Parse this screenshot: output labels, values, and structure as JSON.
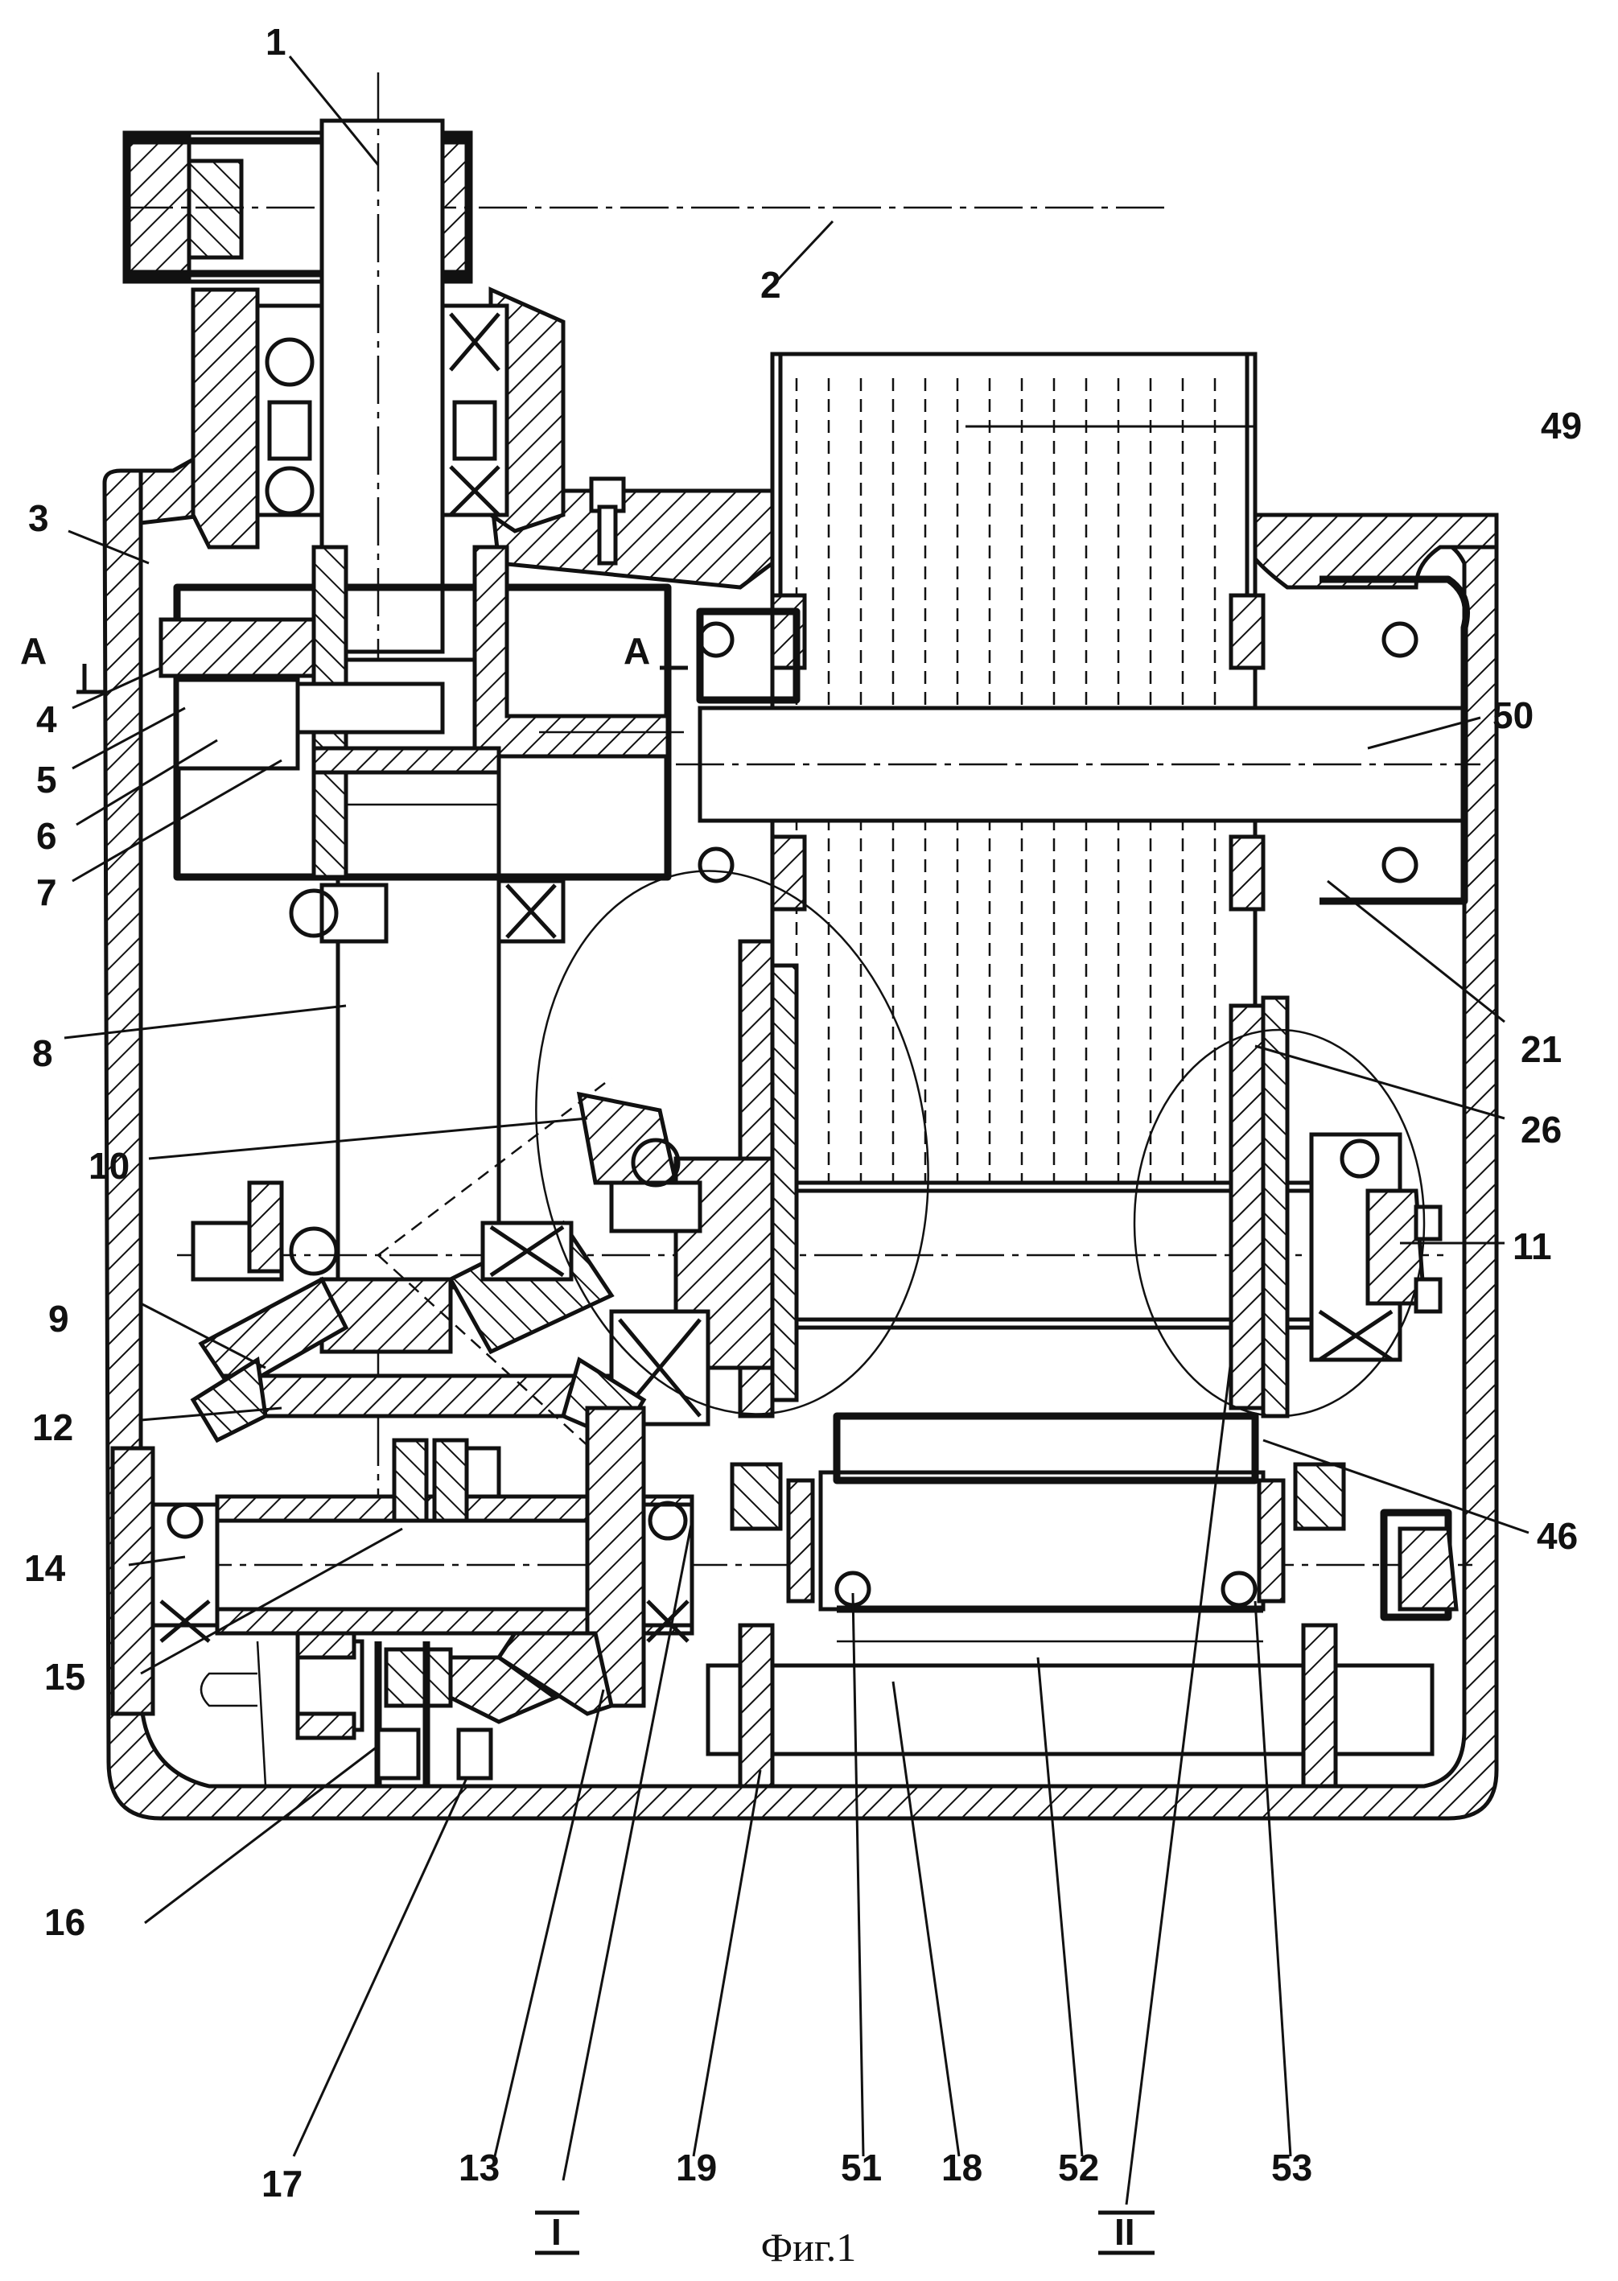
{
  "figure": {
    "caption": "Фиг.1"
  },
  "labels": [
    {
      "id": "1",
      "text": "1"
    },
    {
      "id": "2",
      "text": "2"
    },
    {
      "id": "3",
      "text": "3"
    },
    {
      "id": "A-left",
      "text": "A"
    },
    {
      "id": "A-right",
      "text": "A"
    },
    {
      "id": "4",
      "text": "4"
    },
    {
      "id": "5",
      "text": "5"
    },
    {
      "id": "6",
      "text": "6"
    },
    {
      "id": "7",
      "text": "7"
    },
    {
      "id": "8",
      "text": "8"
    },
    {
      "id": "9",
      "text": "9"
    },
    {
      "id": "10",
      "text": "10"
    },
    {
      "id": "11",
      "text": "11"
    },
    {
      "id": "12",
      "text": "12"
    },
    {
      "id": "13",
      "text": "13"
    },
    {
      "id": "14",
      "text": "14"
    },
    {
      "id": "15",
      "text": "15"
    },
    {
      "id": "16",
      "text": "16"
    },
    {
      "id": "17",
      "text": "17"
    },
    {
      "id": "18",
      "text": "18"
    },
    {
      "id": "19",
      "text": "19"
    },
    {
      "id": "21",
      "text": "21"
    },
    {
      "id": "26",
      "text": "26"
    },
    {
      "id": "46",
      "text": "46"
    },
    {
      "id": "49",
      "text": "49"
    },
    {
      "id": "50",
      "text": "50"
    },
    {
      "id": "51",
      "text": "51"
    },
    {
      "id": "52",
      "text": "52"
    },
    {
      "id": "53",
      "text": "53"
    },
    {
      "id": "I",
      "text": "I"
    },
    {
      "id": "II",
      "text": "II"
    }
  ]
}
